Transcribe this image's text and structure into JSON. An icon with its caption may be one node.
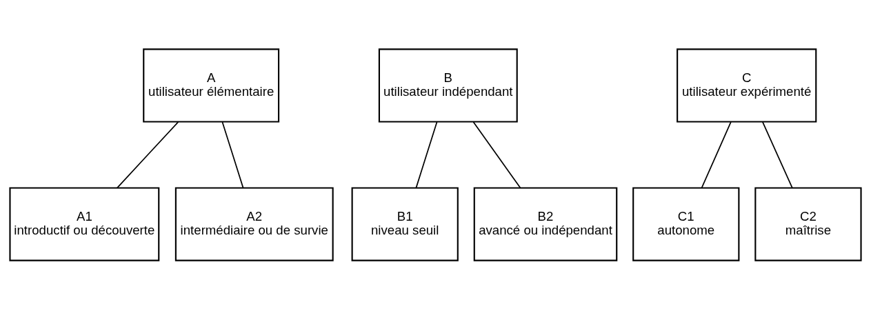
{
  "diagram": {
    "nodes": [
      {
        "text": [
          "A",
          "utilisateur élémentaire"
        ]
      },
      {
        "text": [
          "B",
          "utilisateur indépendant"
        ]
      },
      {
        "text": [
          "C",
          "utilisateur expérimenté"
        ]
      },
      {
        "text": [
          "A1",
          "introductif ou découverte"
        ]
      },
      {
        "text": [
          "A2",
          "intermédiaire ou de survie"
        ]
      },
      {
        "text": [
          "B1",
          "niveau seuil"
        ]
      },
      {
        "text": [
          "B2",
          "avancé ou indépendant"
        ]
      },
      {
        "text": [
          "C1",
          "autonome"
        ]
      },
      {
        "text": [
          "C2",
          "maîtrise"
        ]
      }
    ],
    "edges": [
      {
        "from": 0,
        "to": 3,
        "arrow": "none"
      },
      {
        "from": 0,
        "to": 4,
        "arrow": "none"
      },
      {
        "from": 1,
        "to": 5,
        "arrow": "none"
      },
      {
        "from": 1,
        "to": 6,
        "arrow": "none"
      },
      {
        "from": 2,
        "to": 7,
        "arrow": "none"
      },
      {
        "from": 2,
        "to": 8,
        "arrow": "none"
      }
    ]
  }
}
